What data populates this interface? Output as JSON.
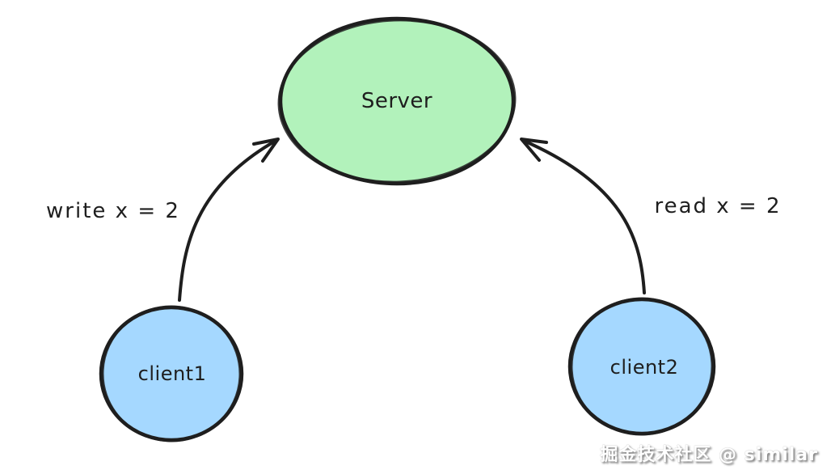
{
  "canvas": {
    "background": "#ffffff",
    "stroke_color": "#1e1e1e"
  },
  "nodes": {
    "server": {
      "label": "Server",
      "fill": "#b2f2bb",
      "shape": "ellipse"
    },
    "client1": {
      "label": "client1",
      "fill": "#a5d8ff",
      "shape": "circle"
    },
    "client2": {
      "label": "client2",
      "fill": "#a5d8ff",
      "shape": "circle"
    }
  },
  "edges": {
    "write": {
      "from": "client1",
      "to": "server",
      "label": "write x = 2"
    },
    "read": {
      "from": "client2",
      "to": "server",
      "label": "read x = 2"
    }
  },
  "watermark": {
    "text": "掘金技术社区 @ similar",
    "color": "#ffffff"
  }
}
